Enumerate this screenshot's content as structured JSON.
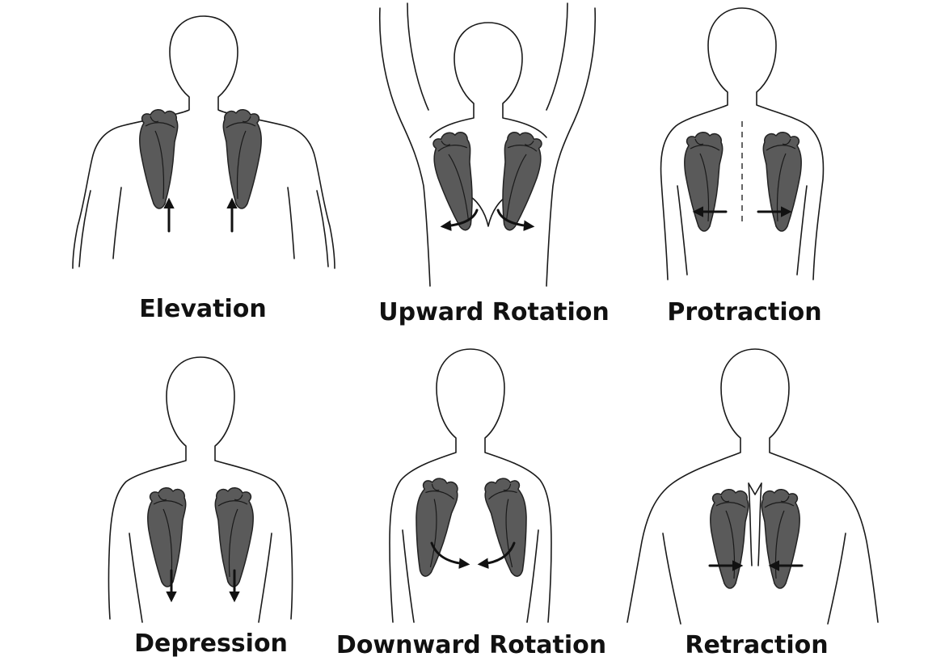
{
  "colors": {
    "outline": "#1a1a1a",
    "scapula_fill": "#5a5a5a",
    "arrow": "#111111",
    "label": "#111111",
    "background": "#ffffff"
  },
  "panels": [
    {
      "id": "elevation",
      "label": "Elevation",
      "arrow_direction": "up",
      "arms": "down"
    },
    {
      "id": "upward-rotation",
      "label": "Upward Rotation",
      "arrow_direction": "curve-outward",
      "arms": "raised"
    },
    {
      "id": "protraction",
      "label": "Protraction",
      "arrow_direction": "outward",
      "arms": "down"
    },
    {
      "id": "depression",
      "label": "Depression",
      "arrow_direction": "down",
      "arms": "down"
    },
    {
      "id": "downward-rotation",
      "label": "Downward Rotation",
      "arrow_direction": "curve-inward",
      "arms": "down"
    },
    {
      "id": "retraction",
      "label": "Retraction",
      "arrow_direction": "inward",
      "arms": "down"
    }
  ]
}
